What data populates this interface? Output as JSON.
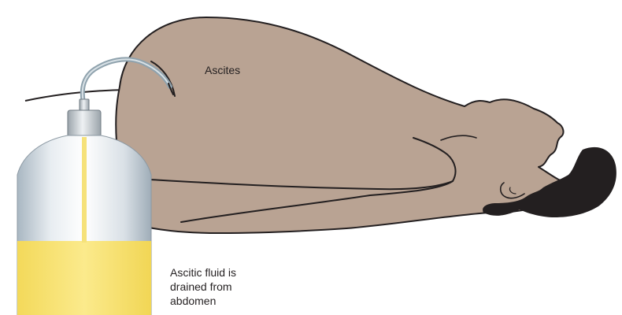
{
  "labels": {
    "ascites": "Ascites",
    "fluid_line1": "Ascitic fluid is",
    "fluid_line2": "drained from",
    "fluid_line3": "abdomen"
  },
  "colors": {
    "skin": "#b9a393",
    "hair": "#231f20",
    "outline": "#231f20",
    "fluid": "#f6e27a",
    "bottle_glass": "#dfe5ea",
    "cap": "#c9cdd1",
    "tube": "#8fa2ad"
  }
}
